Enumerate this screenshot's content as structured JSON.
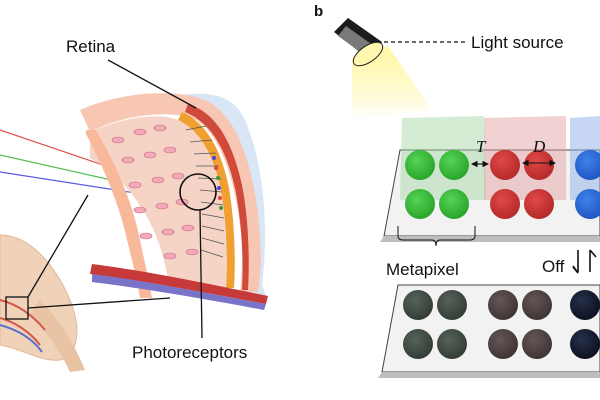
{
  "panel_b": {
    "label": "b",
    "light_source": "Light source",
    "metapixel": "Metapixel",
    "off": "Off",
    "gap_symbol": "T",
    "diameter_symbol": "D"
  },
  "panel_a": {
    "retina": "Retina",
    "photoreceptors": "Photoreceptors"
  },
  "colors": {
    "green_on": "#3fbf3f",
    "red_on": "#cc3b3b",
    "blue_on": "#2f6fd6",
    "green_off": "#3e4a40",
    "red_off": "#4c3f3f",
    "blue_off": "#131a2e"
  }
}
